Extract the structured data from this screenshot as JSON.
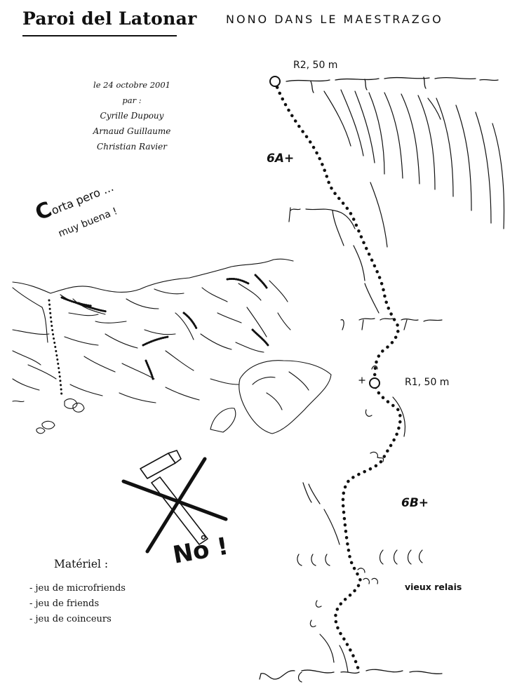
{
  "header": {
    "title": "Paroi del Latonar",
    "subtitle": "NONO DANS LE MAESTRAZGO"
  },
  "credits": {
    "date": "le 24 octobre 2001",
    "par": "par :",
    "names": [
      "Cyrille Dupouy",
      "Arnaud Guillaume",
      "Christian Ravier"
    ]
  },
  "slogan": {
    "line1_initial": "C",
    "line1_rest": "orta pero ...",
    "line2": "muy buena !"
  },
  "route": {
    "relay_top": "R2, 50 m",
    "relay_mid": "R1, 50 m",
    "grade_upper": "6A+",
    "grade_lower": "6B+",
    "old_relay": "vieux relais"
  },
  "no_hammer": {
    "text": "No !",
    "icon": "crossed-out-hammer-icon"
  },
  "equipment": {
    "title": "Matériel :",
    "items": [
      "- jeu de microfriends",
      "- jeu de friends",
      "- jeu de coinceurs"
    ]
  }
}
